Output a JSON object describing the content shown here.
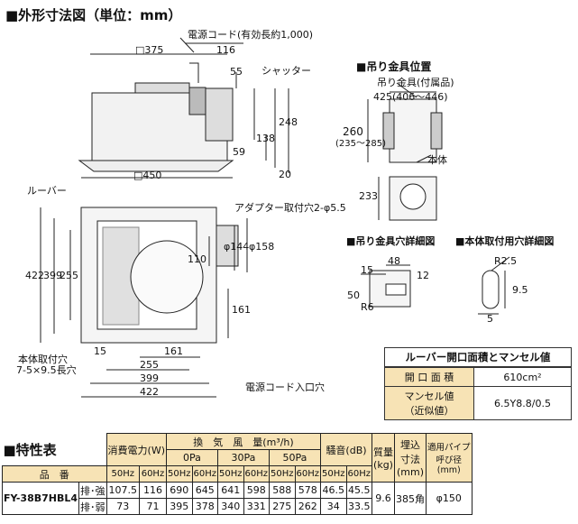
{
  "section_titles": {
    "outline": "■外形寸法図（単位：mm）",
    "hanger_pos": "■吊り金具位置",
    "hanger_hole": "■吊り金具穴詳細図",
    "body_hole": "■本体取付用穴詳細図",
    "spec": "■特性表"
  },
  "callouts": {
    "power_cord": "電源コード(有効長約1,000)",
    "shutter": "シャッター",
    "louver": "ルーバー",
    "adapter_hole": "アダプター取付穴2-φ5.5",
    "body_mount": "本体取付穴",
    "body_mount_2": "7-5×9.5長穴",
    "cord_inlet": "電源コード入口穴",
    "hanger_fitting": "吊り金具(付属品)",
    "body": "本体"
  },
  "dims": {
    "d375": "□375",
    "d116": "116",
    "d55": "55",
    "d248": "248",
    "d138": "138",
    "d59": "59",
    "d20": "20",
    "d450": "□450",
    "d422": "422",
    "d399": "399",
    "d255": "255",
    "d110": "110",
    "d144": "φ144",
    "d158": "φ158",
    "d161v": "161",
    "d161h": "161",
    "d255h": "255",
    "d399h": "399",
    "d422h": "422",
    "d15": "15",
    "d425": "425(406～446)",
    "d260": "260",
    "d260b": "(235～285)",
    "d233": "233",
    "d48": "48",
    "d15b": "15",
    "d12": "12",
    "d50": "50",
    "dR6": "R6",
    "dR25": "R2.5",
    "d95": "9.5",
    "d5": "5"
  },
  "louver_box": {
    "title": "ルーバー開口面積とマンセル値",
    "rows": [
      {
        "key": "開 口 面 積",
        "value": "610cm²"
      },
      {
        "key": "マンセル値",
        "key2": "（近似値）",
        "value": "6.5Y8.8/0.5"
      }
    ]
  },
  "spec_table": {
    "col_power": "消費電力(W)",
    "col_airflow": "換　気　風　量(m³/h)",
    "col_0pa": "0Pa",
    "col_30pa": "30Pa",
    "col_50pa": "50Pa",
    "col_noise": "騒音(dB)",
    "col_mass": "質量",
    "col_mass_u": "(kg)",
    "col_embed": "埋込",
    "col_embed2": "寸法",
    "col_embed3": "(mm)",
    "col_pipe": "適用パイプ",
    "col_pipe2": "呼び径",
    "col_pipe3": "(mm)",
    "hz50": "50Hz",
    "hz60": "60Hz",
    "row_head": "品　番",
    "model": "FY-38B7HBL4",
    "mode_strong": "排･強",
    "mode_weak": "排･弱",
    "strong": [
      "107.5",
      "116",
      "690",
      "645",
      "641",
      "598",
      "588",
      "578",
      "46.5",
      "45.5"
    ],
    "weak": [
      "73",
      "71",
      "395",
      "378",
      "340",
      "331",
      "275",
      "262",
      "34",
      "33.5"
    ],
    "mass": "9.6",
    "embed": "385角",
    "pipe": "φ150"
  }
}
